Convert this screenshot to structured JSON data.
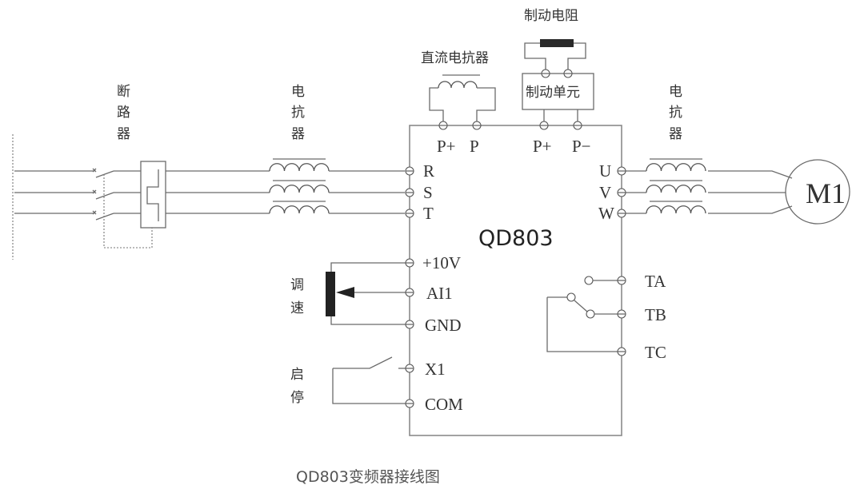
{
  "diagram": {
    "device_model": "QD803",
    "caption": "QD803变频器接线图",
    "labels": {
      "breaker": [
        "断",
        "路",
        "器"
      ],
      "input_reactor": [
        "电",
        "抗",
        "器"
      ],
      "output_reactor": [
        "电",
        "抗",
        "器"
      ],
      "dc_reactor": "直流电抗器",
      "brake_resistor": "制动电阻",
      "brake_unit": "制动单元",
      "speed_control": [
        "调",
        "速"
      ],
      "start_stop": [
        "启",
        "停"
      ],
      "motor": "M1"
    },
    "terminals": {
      "top": [
        "P+",
        "P",
        "P+",
        "P−"
      ],
      "input": [
        "R",
        "S",
        "T"
      ],
      "output": [
        "U",
        "V",
        "W"
      ],
      "analog": [
        "+10V",
        "AI1",
        "GND"
      ],
      "digital": [
        "X1",
        "COM"
      ],
      "relay": [
        "TA",
        "TB",
        "TC"
      ]
    }
  }
}
